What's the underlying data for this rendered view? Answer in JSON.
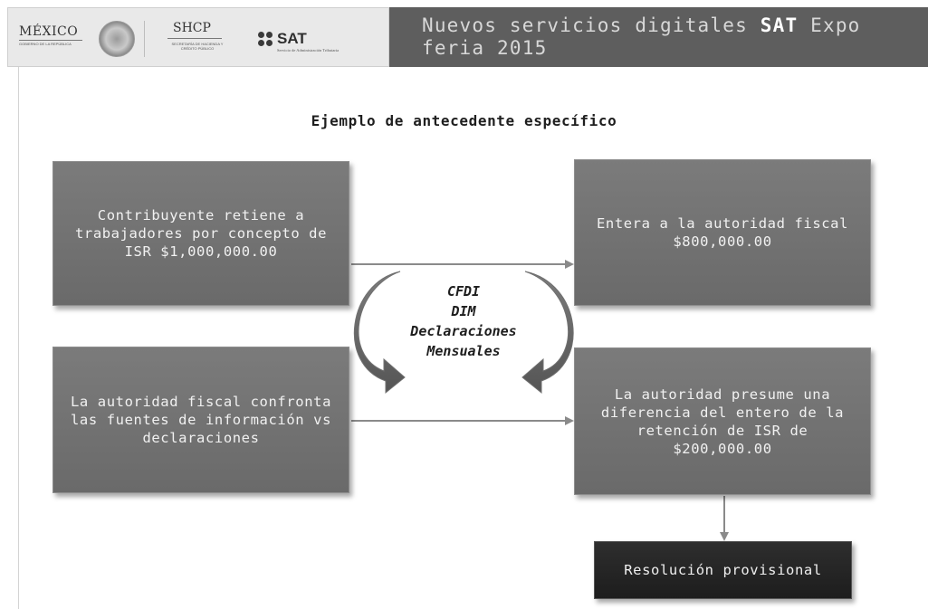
{
  "header": {
    "title_main": "Nuevos servicios digitales ",
    "title_sat": "SAT",
    "title_tail": " Expo feria 2015",
    "logos": {
      "mexico": "MÉXICO",
      "mexico_sub": "GOBIERNO DE LA REPÚBLICA",
      "shcp": "SHCP",
      "shcp_sub": "SECRETARÍA DE HACIENDA Y CRÉDITO PÚBLICO",
      "sat": "SAT",
      "sat_sub": "Servicio de Administración Tributaria"
    }
  },
  "diagram": {
    "subtitle": "Ejemplo de antecedente específico",
    "boxes": {
      "retiene": "Contribuyente retiene a trabajadores por concepto de ISR $1,000,000.00",
      "entera": "Entera a la autoridad fiscal $800,000.00",
      "confronta": "La autoridad fiscal confronta las fuentes de información vs declaraciones",
      "presume": "La autoridad presume una diferencia del entero de la retención de ISR de $200,000.00",
      "resolucion": "Resolución provisional"
    },
    "cycle_lines": [
      "CFDI",
      "DIM",
      "Declaraciones",
      "Mensuales"
    ]
  },
  "colors": {
    "title_band": "#5e5e5e",
    "box": "#6f6f6f",
    "box_dark": "#252525",
    "arrow": "#8a8a8a"
  }
}
